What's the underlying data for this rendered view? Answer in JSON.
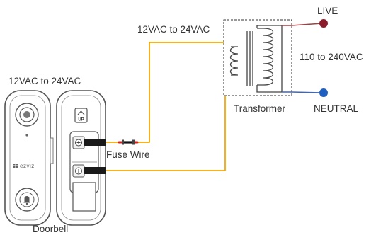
{
  "labels": {
    "doorbell_voltage": "12VAC to 24VAC",
    "transformer_voltage": "12VAC to 24VAC",
    "live": "LIVE",
    "neutral": "NEUTRAL",
    "mains_voltage": "110 to 240VAC",
    "transformer": "Transformer",
    "fuse_wire": "Fuse Wire",
    "doorbell": "Doorbell",
    "brand": "ezviz",
    "up_tag": "UP"
  },
  "colors": {
    "wire_yellow": "#f5a800",
    "live_terminal": "#8b1a2a",
    "neutral_terminal": "#1f5fbf",
    "live_wire": "#a04040",
    "neutral_wire": "#3a66c4",
    "outline": "#555555",
    "fuse_red": "#d82020"
  },
  "icons": {
    "camera_lens": "camera-lens-icon",
    "bell_button": "bell-icon",
    "terminal_screw": "screw-icon"
  }
}
